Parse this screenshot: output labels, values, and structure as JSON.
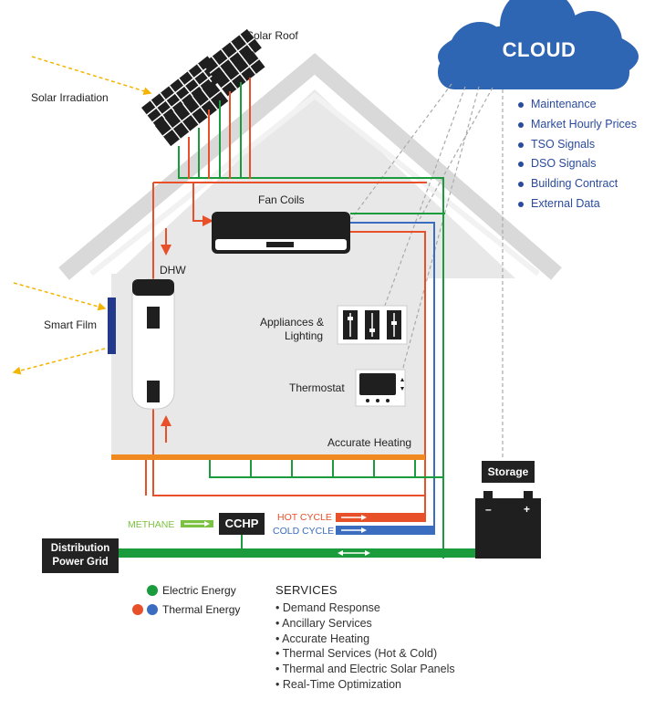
{
  "labels": {
    "solar_roof": "Solar Roof",
    "solar_irradiation": "Solar Irradiation",
    "fan_coils": "Fan Coils",
    "dhw": "DHW",
    "smart_film": "Smart Film",
    "appliances": "Appliances &",
    "lighting": "Lighting",
    "thermostat": "Thermostat",
    "accurate_heating": "Accurate Heating",
    "storage": "Storage",
    "methane": "METHANE",
    "cchp": "CCHP",
    "hot_cycle": "HOT CYCLE",
    "cold_cycle": "COLD CYCLE",
    "grid_line1": "Distribution",
    "grid_line2": "Power Grid"
  },
  "cloud": {
    "title": "CLOUD",
    "items": [
      "Maintenance",
      "Market Hourly Prices",
      "TSO Signals",
      "DSO Signals",
      "Building Contract",
      "External Data"
    ]
  },
  "legend": {
    "electric": "Electric Energy",
    "thermal": "Thermal Energy"
  },
  "services": {
    "title": "SERVICES",
    "items": [
      "Demand Response",
      "Ancillary Services",
      "Accurate Heating",
      "Thermal Services (Hot & Cold)",
      "Thermal and Electric Solar Panels",
      "Real-Time Optimization"
    ]
  },
  "colors": {
    "electric": "#1a9b3c",
    "hot": "#e8502a",
    "cold": "#3a6cc0",
    "cloud": "#2f66b3",
    "house": "#e6e6e6",
    "heating_bar": "#f08a20",
    "methane": "#7cc242",
    "sun_arrow": "#f4b400"
  }
}
